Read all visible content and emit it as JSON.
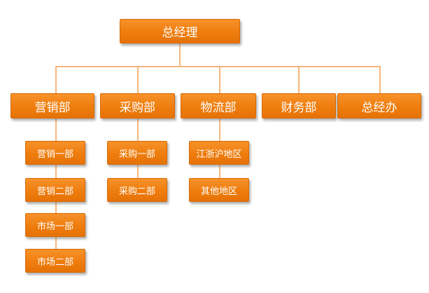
{
  "org_chart": {
    "root": {
      "label": "总经理",
      "children": [
        {
          "label": "营销部",
          "children": [
            {
              "label": "营销一部"
            },
            {
              "label": "营销二部"
            },
            {
              "label": "市场一部"
            },
            {
              "label": "市场二部"
            }
          ]
        },
        {
          "label": "采购部",
          "children": [
            {
              "label": "采购一部"
            },
            {
              "label": "采购二部"
            }
          ]
        },
        {
          "label": "物流部",
          "children": [
            {
              "label": "江浙沪地区"
            },
            {
              "label": "其他地区"
            }
          ]
        },
        {
          "label": "财务部",
          "children": []
        },
        {
          "label": "总经办",
          "children": []
        }
      ]
    },
    "colors": {
      "box_fill": "#ef7f10",
      "box_border": "#d76a08",
      "text": "#ffffff",
      "connector": "#f7b77c",
      "background": "#ffffff"
    }
  }
}
